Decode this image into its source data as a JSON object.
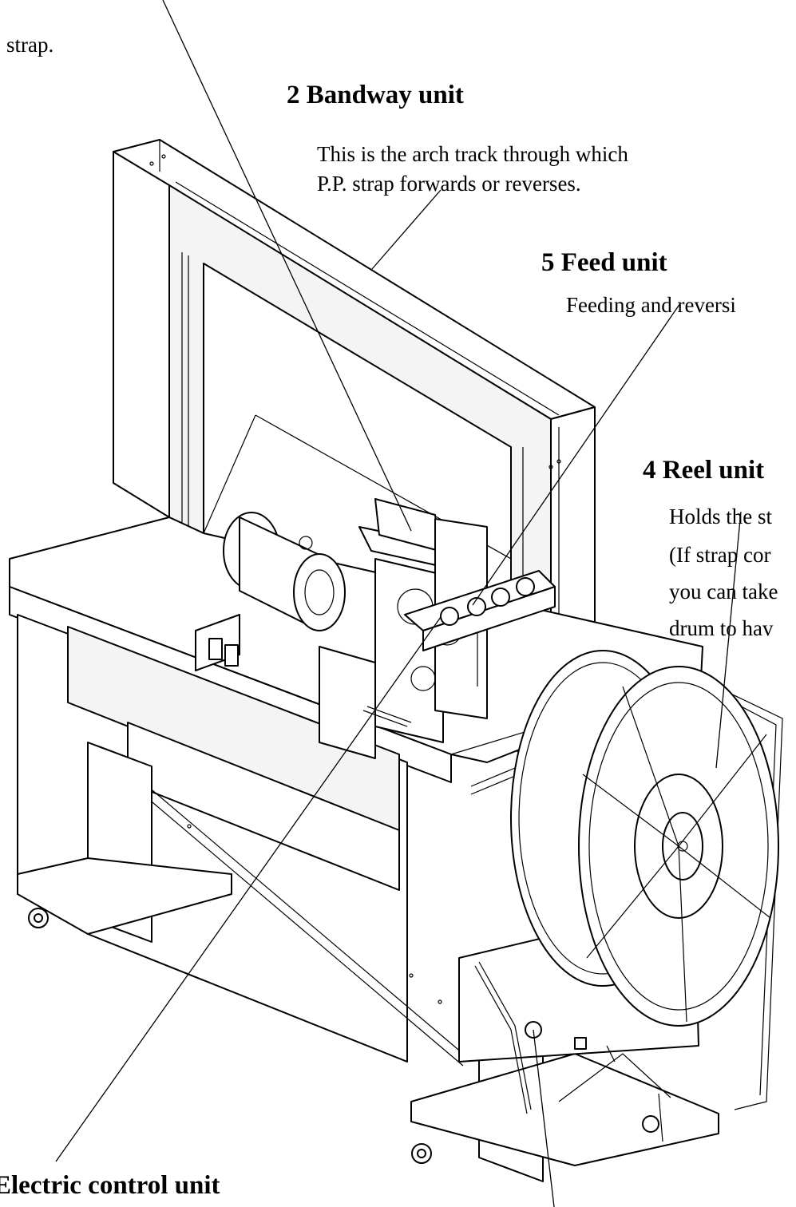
{
  "callouts": {
    "frag_top": {
      "body": [
        "strap."
      ]
    },
    "bandway": {
      "heading": "2 Bandway unit",
      "body": [
        "This is the arch track through which",
        "P.P. strap forwards or reverses."
      ]
    },
    "feed": {
      "heading": "5 Feed unit",
      "body": [
        "Feeding and reversi"
      ]
    },
    "reel": {
      "heading": "4 Reel unit",
      "body": [
        "Holds the st",
        "(If strap cor",
        "you can take",
        "drum to hav"
      ]
    },
    "electric": {
      "heading": "Electric control unit"
    }
  }
}
